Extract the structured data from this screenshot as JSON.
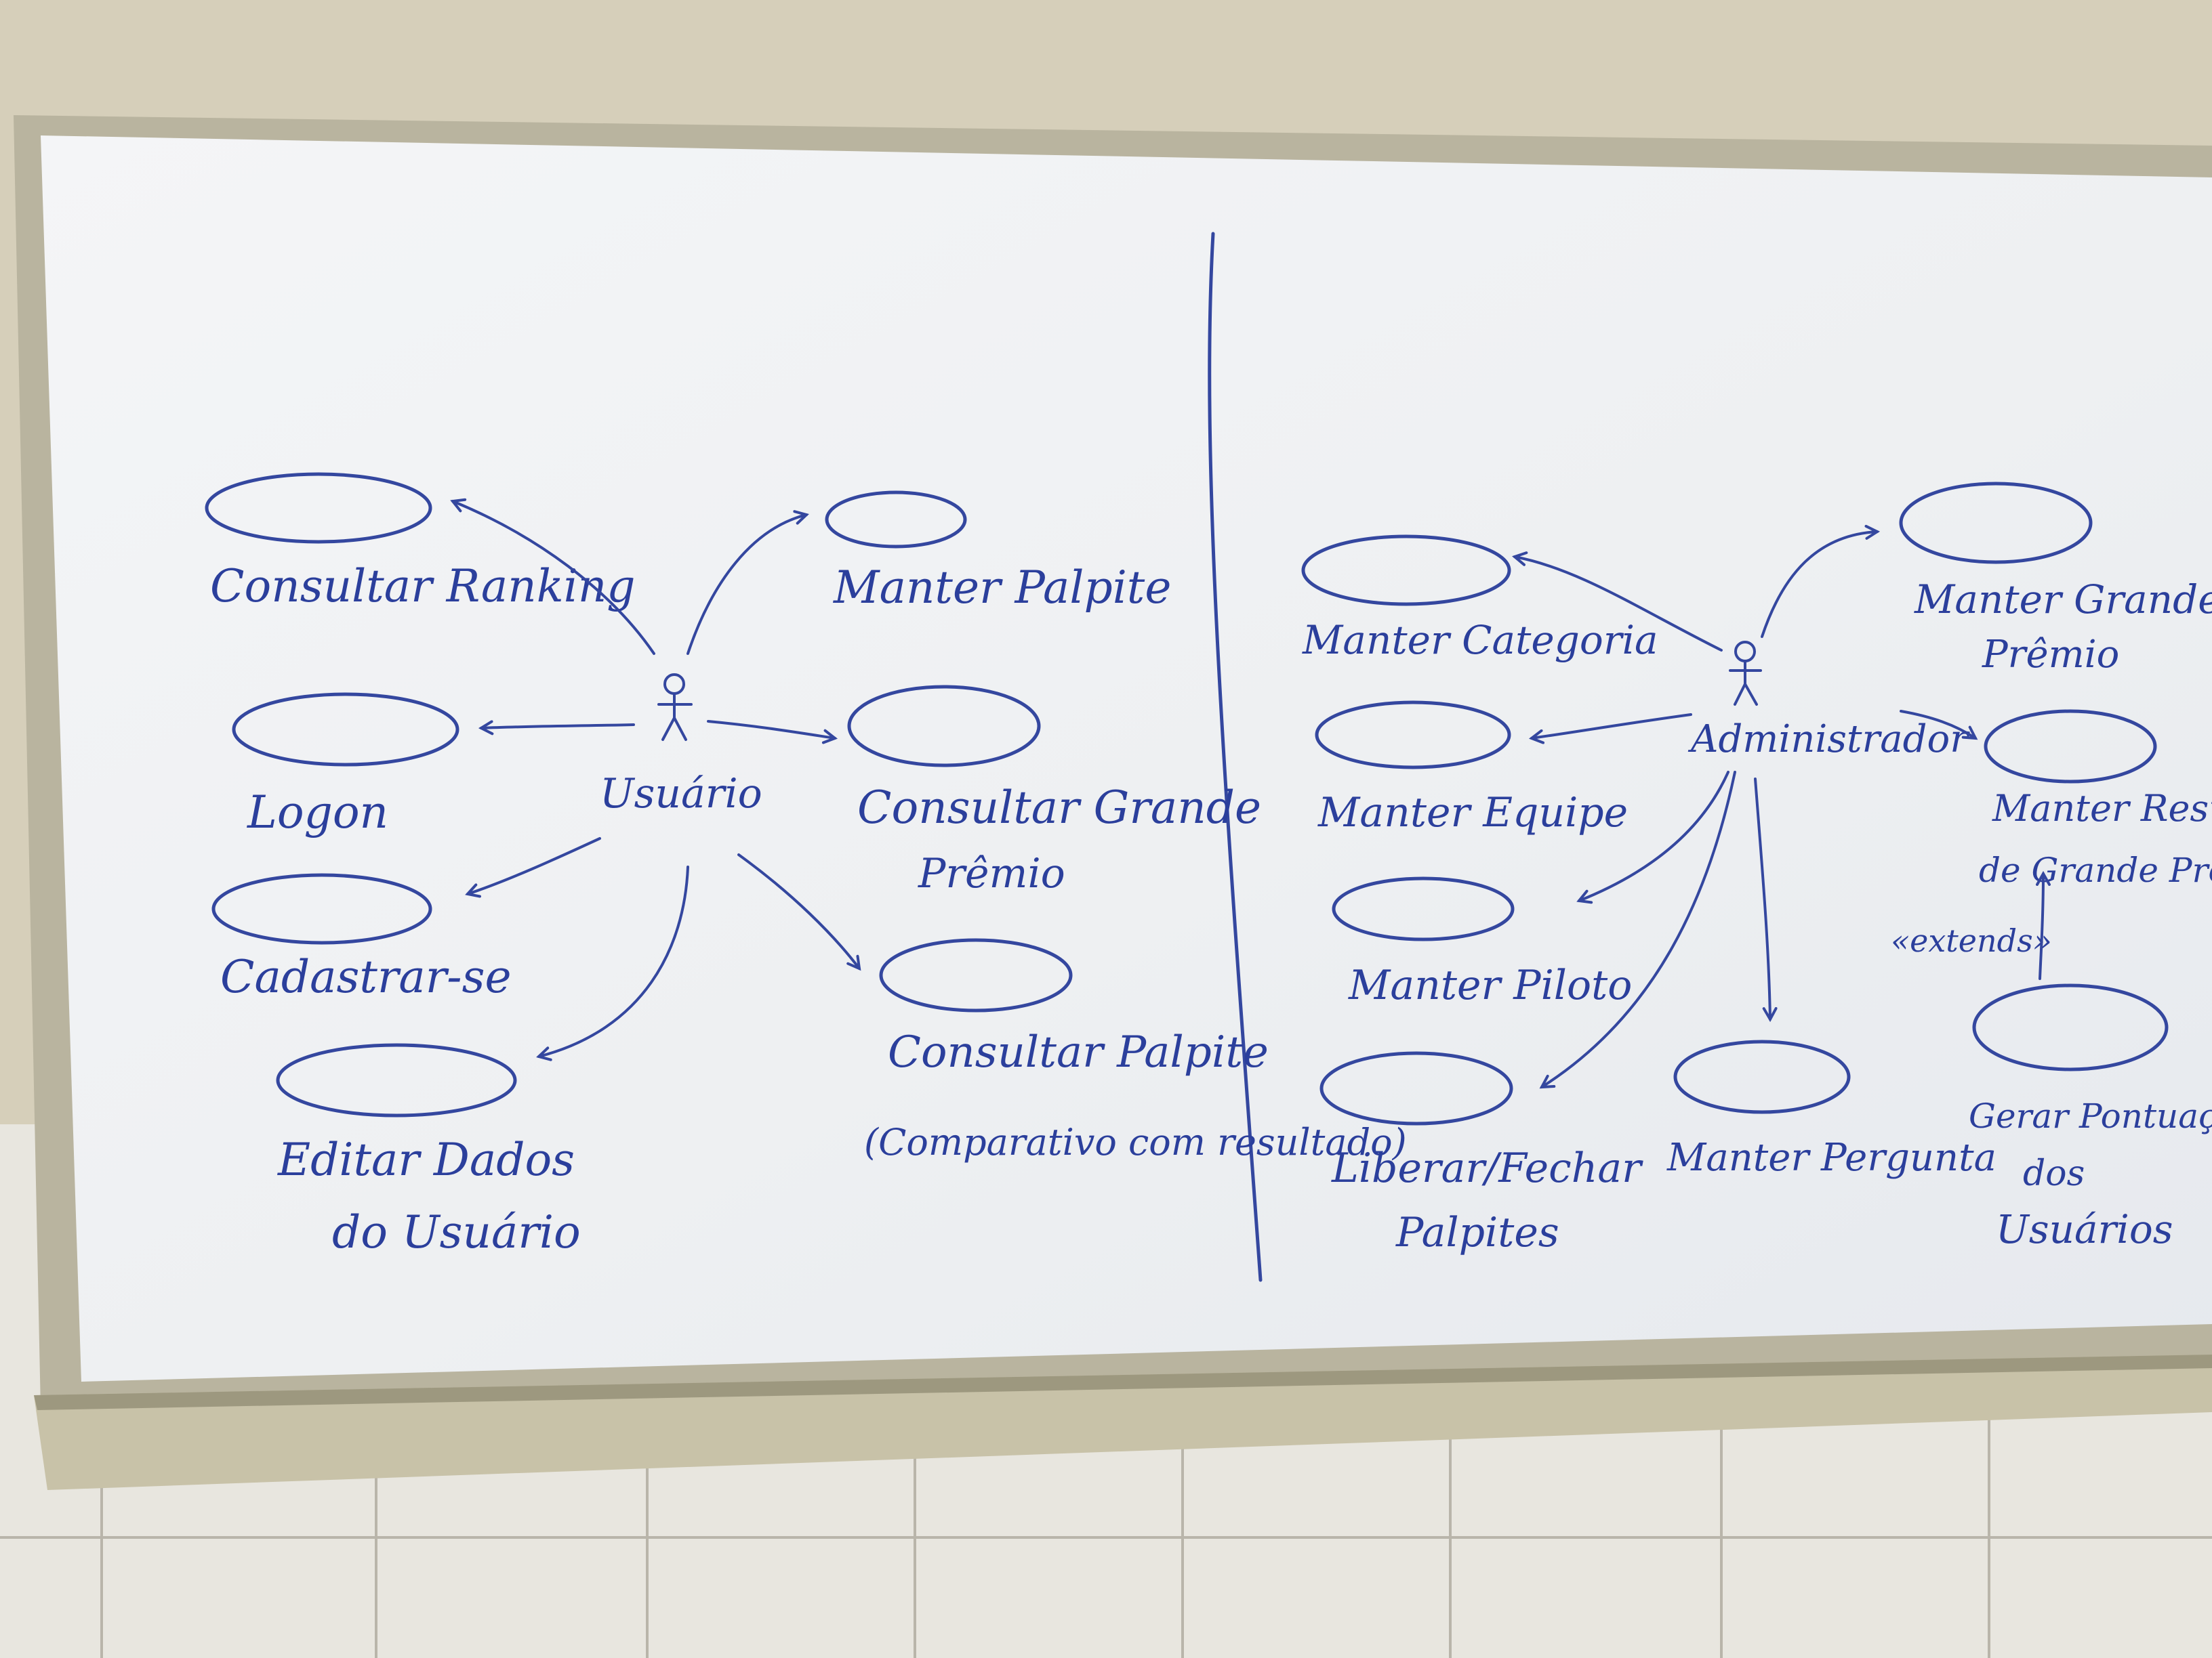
{
  "diagram": {
    "actors": [
      {
        "id": "usuario",
        "label": "Usuário"
      },
      {
        "id": "admin",
        "label": "Administrador"
      }
    ],
    "use_cases": {
      "consultar_ranking": [
        "Consultar Ranking"
      ],
      "logon": [
        "Logon"
      ],
      "cadastrar": [
        "Cadastrar-se"
      ],
      "editar_dados": [
        "Editar Dados",
        "do Usuário"
      ],
      "manter_palpite": [
        "Manter Palpite"
      ],
      "consultar_gp": [
        "Consultar Grande",
        "Prêmio"
      ],
      "consultar_palpite": [
        "Consultar Palpite",
        "(Comparativo com resultado)"
      ],
      "manter_categoria": [
        "Manter Categoria"
      ],
      "manter_equipe": [
        "Manter Equipe"
      ],
      "manter_piloto": [
        "Manter Piloto"
      ],
      "liberar_fechar": [
        "Liberar/Fechar",
        "Palpites"
      ],
      "manter_pergunta": [
        "Manter Pergunta"
      ],
      "manter_gp": [
        "Manter Grande",
        "Prêmio"
      ],
      "manter_resultado": [
        "Manter Resultado",
        "de Grande Prêmio"
      ],
      "gerar_pontuacao": [
        "Gerar Pontuação",
        "dos",
        "Usuários"
      ]
    },
    "extend_label": "«extends»",
    "ink_color": "#34479f"
  }
}
